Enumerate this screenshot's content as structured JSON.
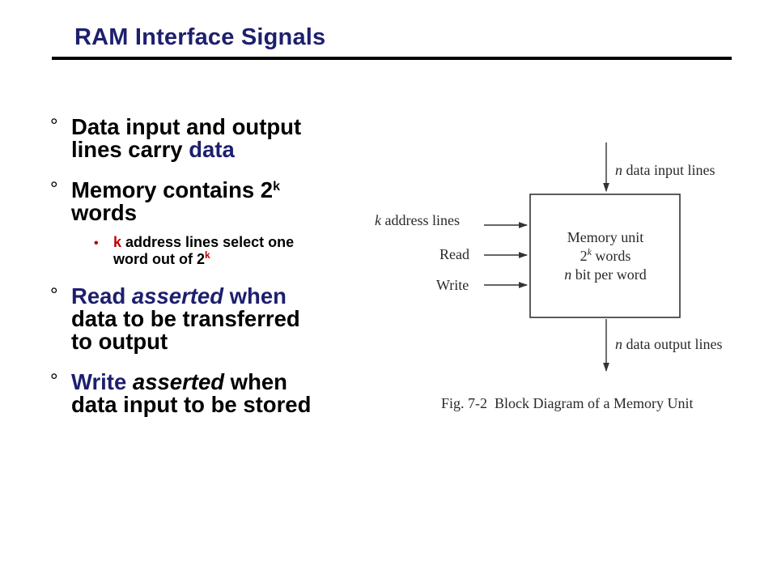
{
  "slide": {
    "title": "RAM Interface Signals"
  },
  "bullets": [
    {
      "marker": "°",
      "line1": "Data input and output",
      "line2_a": "lines carry ",
      "line2_b": "data"
    },
    {
      "marker": "°",
      "line1": "Memory contains 2",
      "line1_sup": "k",
      "line2": "words",
      "sub": {
        "marker": "•",
        "a": "k",
        "b": " address lines select one",
        "c": "word out of 2",
        "c_sup": "k"
      }
    },
    {
      "marker": "°",
      "a": "Read ",
      "b": "asserted",
      "c": " when",
      "line2": "data to be transferred",
      "line3": "to output"
    },
    {
      "marker": "°",
      "a": "Write ",
      "b": "asserted",
      "c": " when",
      "line2": "data input to be stored"
    }
  ],
  "figure": {
    "input_n": "n",
    "input_label": " data input lines",
    "addr_k": "k",
    "addr_label": " address lines",
    "read": "Read",
    "write": "Write",
    "box_line1": "Memory unit",
    "box_2": "2",
    "box_k": "k",
    "box_words": " words",
    "box_n": "n",
    "box_bits": " bit per word",
    "output_n": "n",
    "output_label": " data output lines",
    "caption": "Fig. 7-2  Block Diagram of a Memory Unit"
  }
}
